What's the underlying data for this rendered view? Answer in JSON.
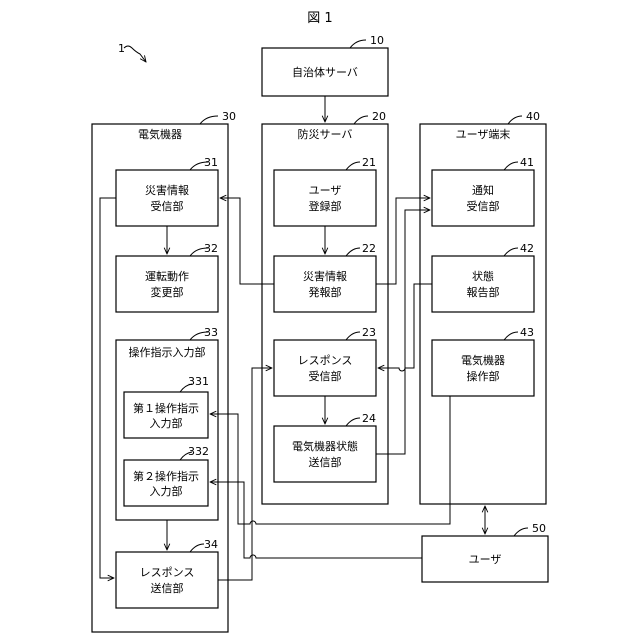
{
  "figure": {
    "title": "図 1",
    "system_ref": "1"
  },
  "municipal_server": {
    "ref": "10",
    "label": "自治体サーバ"
  },
  "electric_device": {
    "ref": "30",
    "label": "電気機器",
    "disaster_info_receiver": {
      "ref": "31",
      "line1": "災害情報",
      "line2": "受信部"
    },
    "operation_change": {
      "ref": "32",
      "line1": "運転動作",
      "line2": "変更部"
    },
    "instruction_input": {
      "ref": "33",
      "label": "操作指示入力部"
    },
    "first_input": {
      "ref": "331",
      "line1": "第１操作指示",
      "line2": "入力部"
    },
    "second_input": {
      "ref": "332",
      "line1": "第２操作指示",
      "line2": "入力部"
    },
    "response_sender": {
      "ref": "34",
      "line1": "レスポンス",
      "line2": "送信部"
    }
  },
  "disaster_server": {
    "ref": "20",
    "label": "防災サーバ",
    "user_registration": {
      "ref": "21",
      "line1": "ユーザ",
      "line2": "登録部"
    },
    "disaster_info_sender": {
      "ref": "22",
      "line1": "災害情報",
      "line2": "発報部"
    },
    "response_receiver": {
      "ref": "23",
      "line1": "レスポンス",
      "line2": "受信部"
    },
    "device_status_sender": {
      "ref": "24",
      "line1": "電気機器状態",
      "line2": "送信部"
    }
  },
  "user_terminal": {
    "ref": "40",
    "label": "ユーザ端末",
    "notification_receiver": {
      "ref": "41",
      "line1": "通知",
      "line2": "受信部"
    },
    "status_reporter": {
      "ref": "42",
      "line1": "状態",
      "line2": "報告部"
    },
    "device_operator": {
      "ref": "43",
      "line1": "電気機器",
      "line2": "操作部"
    }
  },
  "user": {
    "ref": "50",
    "label": "ユーザ"
  }
}
